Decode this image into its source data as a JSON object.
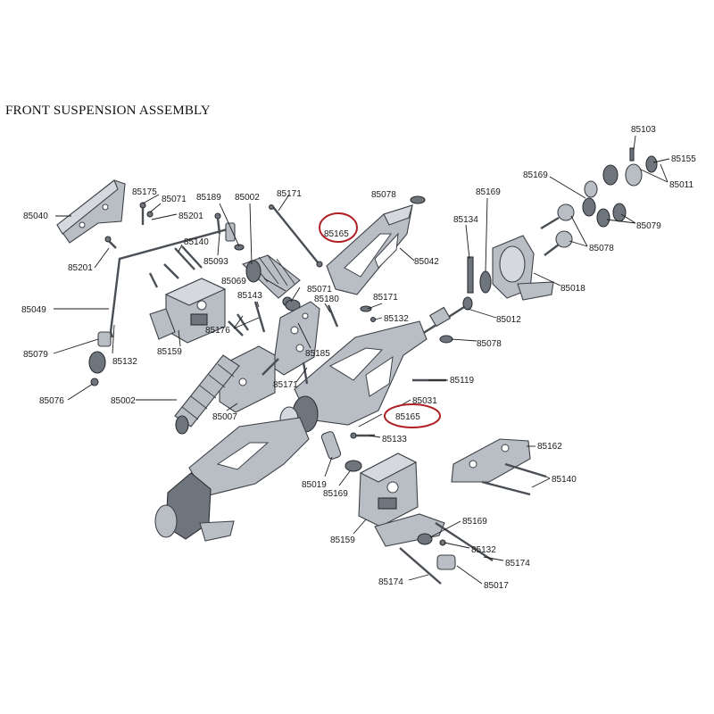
{
  "title": "FRONT SUSPENSION ASSEMBLY",
  "labels": [
    {
      "id": "85103",
      "text": "85103"
    },
    {
      "id": "85155",
      "text": "85155"
    },
    {
      "id": "85169a",
      "text": "85169"
    },
    {
      "id": "85011",
      "text": "85011"
    },
    {
      "id": "85079a",
      "text": "85079"
    },
    {
      "id": "85078a",
      "text": "85078"
    },
    {
      "id": "85169b",
      "text": "85169"
    },
    {
      "id": "85134",
      "text": "85134"
    },
    {
      "id": "85078b",
      "text": "85078"
    },
    {
      "id": "85018",
      "text": "85018"
    },
    {
      "id": "85012",
      "text": "85012"
    },
    {
      "id": "85078c",
      "text": "85078"
    },
    {
      "id": "85171a",
      "text": "85171"
    },
    {
      "id": "85165a",
      "text": "85165"
    },
    {
      "id": "85042",
      "text": "85042"
    },
    {
      "id": "85002a",
      "text": "85002"
    },
    {
      "id": "85189",
      "text": "85189"
    },
    {
      "id": "85175",
      "text": "85175"
    },
    {
      "id": "85071a",
      "text": "85071"
    },
    {
      "id": "85201a",
      "text": "85201"
    },
    {
      "id": "85040",
      "text": "85040"
    },
    {
      "id": "85140a",
      "text": "85140"
    },
    {
      "id": "85093",
      "text": "85093"
    },
    {
      "id": "85201b",
      "text": "85201"
    },
    {
      "id": "85069",
      "text": "85069"
    },
    {
      "id": "85071b",
      "text": "85071"
    },
    {
      "id": "85180",
      "text": "85180"
    },
    {
      "id": "85171b",
      "text": "85171"
    },
    {
      "id": "85132a",
      "text": "85132"
    },
    {
      "id": "85143",
      "text": "85143"
    },
    {
      "id": "85049",
      "text": "85049"
    },
    {
      "id": "85176",
      "text": "85176"
    },
    {
      "id": "85185",
      "text": "85185"
    },
    {
      "id": "85159a",
      "text": "85159"
    },
    {
      "id": "85079b",
      "text": "85079"
    },
    {
      "id": "85132b",
      "text": "85132"
    },
    {
      "id": "85119",
      "text": "85119"
    },
    {
      "id": "85171c",
      "text": "85171"
    },
    {
      "id": "85076",
      "text": "85076"
    },
    {
      "id": "85002b",
      "text": "85002"
    },
    {
      "id": "85007",
      "text": "85007"
    },
    {
      "id": "85031",
      "text": "85031"
    },
    {
      "id": "85165b",
      "text": "85165"
    },
    {
      "id": "85133",
      "text": "85133"
    },
    {
      "id": "85162",
      "text": "85162"
    },
    {
      "id": "85140b",
      "text": "85140"
    },
    {
      "id": "85019",
      "text": "85019"
    },
    {
      "id": "85169c",
      "text": "85169"
    },
    {
      "id": "85169d",
      "text": "85169"
    },
    {
      "id": "85159b",
      "text": "85159"
    },
    {
      "id": "85132c",
      "text": "85132"
    },
    {
      "id": "85174a",
      "text": "85174"
    },
    {
      "id": "85174b",
      "text": "85174"
    },
    {
      "id": "85017",
      "text": "85017"
    }
  ],
  "highlight_color": "#b01f24"
}
